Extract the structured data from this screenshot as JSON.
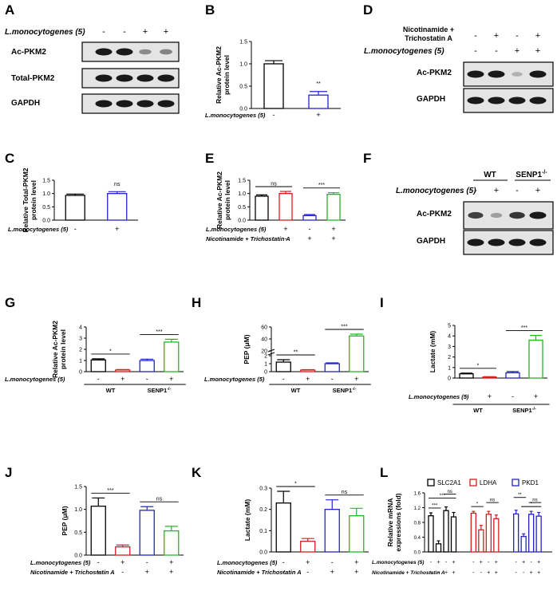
{
  "figure": {
    "panel_labels": [
      "A",
      "B",
      "C",
      "D",
      "E",
      "F",
      "G",
      "H",
      "I",
      "J",
      "K",
      "L"
    ]
  },
  "blots": {
    "A": {
      "condition_label": "L.monocytogenes (5)",
      "signs": [
        "-",
        "-",
        "+",
        "+"
      ],
      "rows": [
        {
          "label": "Ac-PKM2",
          "intensity": [
            1.0,
            1.0,
            0.4,
            0.45
          ]
        },
        {
          "label": "Total-PKM2",
          "intensity": [
            1.0,
            1.0,
            1.0,
            1.0
          ]
        },
        {
          "label": "GAPDH",
          "intensity": [
            1.0,
            1.0,
            1.0,
            1.0
          ]
        }
      ]
    },
    "D": {
      "condition1_label": "Nicotinamide + Trichostatin A",
      "condition1_signs": [
        "-",
        "+",
        "-",
        "+"
      ],
      "condition2_label": "L.monocytogenes (5)",
      "condition2_signs": [
        "-",
        "-",
        "+",
        "+"
      ],
      "rows": [
        {
          "label": "Ac-PKM2",
          "intensity": [
            1.0,
            1.0,
            0.2,
            1.0
          ]
        },
        {
          "label": "GAPDH",
          "intensity": [
            1.0,
            1.0,
            1.0,
            1.0
          ]
        }
      ]
    },
    "F": {
      "groups": [
        "WT",
        "SENP1"
      ],
      "group2_superscript": "-/-",
      "condition_label": "L.monocytogenes (5)",
      "signs": [
        "-",
        "+",
        "-",
        "+"
      ],
      "rows": [
        {
          "label": "Ac-PKM2",
          "intensity": [
            0.8,
            0.3,
            0.85,
            1.0
          ]
        },
        {
          "label": "GAPDH",
          "intensity": [
            1.0,
            1.0,
            1.0,
            1.0
          ]
        }
      ]
    }
  },
  "chart_data": [
    {
      "panel": "B",
      "type": "bar",
      "ylabel_lines": [
        "Relative Ac-PKM2",
        "protein level"
      ],
      "ylim": [
        0,
        1.5
      ],
      "yticks": [
        "0.0",
        "0.5",
        "1.0",
        "1.5"
      ],
      "values": [
        1.0,
        0.3
      ],
      "errors": [
        0.07,
        0.08
      ],
      "colors": [
        "#000000",
        "#2323c8"
      ],
      "cond_rows": [
        {
          "label": "L.monocytogenes (5)",
          "signs": [
            "-",
            "+"
          ]
        }
      ],
      "sig": [
        {
          "from": 1,
          "to": 1,
          "text": "**"
        }
      ]
    },
    {
      "panel": "C",
      "type": "bar",
      "ylabel_lines": [
        "Relative Total-PKM2",
        "protein level"
      ],
      "ylim": [
        0,
        1.5
      ],
      "yticks": [
        "0.0",
        "0.5",
        "1.0",
        "1.5"
      ],
      "values": [
        0.93,
        1.0
      ],
      "errors": [
        0.05,
        0.07
      ],
      "colors": [
        "#000000",
        "#2323c8"
      ],
      "cond_rows": [
        {
          "label": "L.monocytogenes (5)",
          "signs": [
            "-",
            "+"
          ]
        }
      ],
      "sig": [
        {
          "from": 1,
          "to": 1,
          "text": "ns"
        }
      ]
    },
    {
      "panel": "E",
      "type": "bar",
      "ylabel_lines": [
        "Relative Ac-PKM2",
        "protein level"
      ],
      "ylim": [
        0,
        1.5
      ],
      "yticks": [
        "0.0",
        "0.5",
        "1.0",
        "1.5"
      ],
      "values": [
        0.9,
        1.0,
        0.17,
        0.97
      ],
      "errors": [
        0.05,
        0.08,
        0.04,
        0.06
      ],
      "colors": [
        "#000000",
        "#d21e1e",
        "#2323c8",
        "#28b428"
      ],
      "cond_rows": [
        {
          "label": "L.monocytogenes (5)",
          "signs": [
            "-",
            "+",
            "-",
            "+"
          ]
        },
        {
          "label": "Nicotinamide + Trichostatin A",
          "signs": [
            "-",
            "-",
            "+",
            "+"
          ]
        }
      ],
      "sig": [
        {
          "from": 0,
          "to": 1,
          "text": "ns"
        },
        {
          "from": 2,
          "to": 3,
          "text": "***"
        }
      ]
    },
    {
      "panel": "G",
      "type": "bar",
      "ylabel_lines": [
        "Relative Ac-PKM2",
        "protein level"
      ],
      "ylim": [
        0,
        4
      ],
      "yticks": [
        "0",
        "1",
        "2",
        "3",
        "4"
      ],
      "values": [
        1.05,
        0.15,
        1.0,
        2.65
      ],
      "errors": [
        0.1,
        0.04,
        0.12,
        0.25
      ],
      "colors": [
        "#000000",
        "#d21e1e",
        "#2323c8",
        "#28b428"
      ],
      "cond_rows": [
        {
          "label": "L.monocytogenes (5)",
          "signs": [
            "-",
            "+",
            "-",
            "+"
          ]
        }
      ],
      "groups": [
        "WT",
        "SENP1"
      ],
      "group2_superscript": "-/-",
      "sig": [
        {
          "from": 0,
          "to": 1,
          "text": "*"
        },
        {
          "from": 2,
          "to": 3,
          "text": "***"
        }
      ]
    },
    {
      "panel": "H",
      "type": "bar",
      "broken_axis": true,
      "ylabel_lines": [
        "PEP (μM)"
      ],
      "yticks": [
        "0",
        "1",
        "2",
        "20",
        "40",
        "60"
      ],
      "values": [
        1.2,
        0.2,
        1.0,
        45
      ],
      "errors": [
        0.3,
        0.05,
        0.1,
        3
      ],
      "colors": [
        "#000000",
        "#d21e1e",
        "#2323c8",
        "#28b428"
      ],
      "cond_rows": [
        {
          "label": "L.monocytogenes (5)",
          "signs": [
            "-",
            "+",
            "-",
            "+"
          ]
        }
      ],
      "groups": [
        "WT",
        "SENP1"
      ],
      "group2_superscript": "-/-",
      "sig": [
        {
          "from": 0,
          "to": 1,
          "text": "**"
        },
        {
          "from": 2,
          "to": 3,
          "text": "***"
        }
      ]
    },
    {
      "panel": "I",
      "type": "bar",
      "ylabel_lines": [
        "Lactate (mM)"
      ],
      "ylim": [
        0,
        5
      ],
      "yticks": [
        "0",
        "1",
        "2",
        "3",
        "4",
        "5"
      ],
      "values": [
        0.4,
        0.1,
        0.5,
        3.6
      ],
      "errors": [
        0.07,
        0.03,
        0.12,
        0.45
      ],
      "colors": [
        "#000000",
        "#d21e1e",
        "#2323c8",
        "#28b428"
      ],
      "cond_rows": [
        {
          "label": "L.monocytogenes (5)",
          "signs": [
            "-",
            "+",
            "-",
            "+"
          ]
        }
      ],
      "groups": [
        "WT",
        "SENP1"
      ],
      "group2_superscript": "-/-",
      "sig": [
        {
          "from": 0,
          "to": 1,
          "text": "*"
        },
        {
          "from": 2,
          "to": 3,
          "text": "***"
        }
      ]
    },
    {
      "panel": "J",
      "type": "bar",
      "ylabel_lines": [
        "PEP (μM)"
      ],
      "ylim": [
        0,
        1.5
      ],
      "yticks": [
        "0.0",
        "0.5",
        "1.0",
        "1.5"
      ],
      "values": [
        1.07,
        0.18,
        0.98,
        0.53
      ],
      "errors": [
        0.18,
        0.04,
        0.08,
        0.1
      ],
      "colors": [
        "#000000",
        "#d21e1e",
        "#2323c8",
        "#28b428"
      ],
      "cond_rows": [
        {
          "label": "L.monocytogenes (5)",
          "signs": [
            "-",
            "+",
            "-",
            "+"
          ]
        },
        {
          "label": "Nicotinamide + Trichostatin A",
          "signs": [
            "-",
            "-",
            "+",
            "+"
          ]
        }
      ],
      "sig": [
        {
          "from": 0,
          "to": 1,
          "text": "***"
        },
        {
          "from": 2,
          "to": 3,
          "text": "ns"
        }
      ]
    },
    {
      "panel": "K",
      "type": "bar",
      "ylabel_lines": [
        "Lactate (mM)"
      ],
      "ylim": [
        0,
        0.3
      ],
      "yticks": [
        "0.0",
        "0.1",
        "0.2",
        "0.3"
      ],
      "values": [
        0.23,
        0.05,
        0.2,
        0.17
      ],
      "errors": [
        0.055,
        0.013,
        0.045,
        0.035
      ],
      "colors": [
        "#000000",
        "#d21e1e",
        "#2323c8",
        "#28b428"
      ],
      "cond_rows": [
        {
          "label": "L.monocytogenes (5)",
          "signs": [
            "-",
            "+",
            "-",
            "+"
          ]
        },
        {
          "label": "Nicotinamide + Trichostatin A",
          "signs": [
            "-",
            "-",
            "+",
            "+"
          ]
        }
      ],
      "sig": [
        {
          "from": 0,
          "to": 1,
          "text": "*"
        },
        {
          "from": 2,
          "to": 3,
          "text": "ns"
        }
      ]
    },
    {
      "panel": "L",
      "type": "bar",
      "ylabel_lines": [
        "Relative mRNA",
        "expressions (fold)"
      ],
      "ylim": [
        0,
        1.6
      ],
      "yticks": [
        "0.0",
        "0.4",
        "0.8",
        "1.2",
        "1.6"
      ],
      "categories": [
        "SLC2A1",
        "LDHA",
        "PKD1"
      ],
      "series": [
        {
          "name": "SLC2A1",
          "color": "#000000",
          "values": [
            0.98,
            0.22,
            1.12,
            0.95
          ],
          "errors": [
            0.08,
            0.08,
            0.1,
            0.12
          ]
        },
        {
          "name": "LDHA",
          "color": "#d21e1e",
          "values": [
            1.05,
            0.6,
            1.02,
            0.9
          ],
          "errors": [
            0.05,
            0.12,
            0.08,
            0.1
          ]
        },
        {
          "name": "PKD1",
          "color": "#2323c8",
          "values": [
            1.03,
            0.42,
            1.02,
            0.97
          ],
          "errors": [
            0.1,
            0.07,
            0.08,
            0.1
          ]
        }
      ],
      "cond_rows": [
        {
          "label": "L.monocytogenes (5)",
          "signs": [
            "-",
            "+",
            "-",
            "+"
          ]
        },
        {
          "label": "Nicotinamide + Trichostatin A",
          "signs": [
            "-",
            "-",
            "+",
            "+"
          ]
        }
      ],
      "sig": [
        {
          "series": 0,
          "from": 0,
          "to": 1,
          "text": "***"
        },
        {
          "series": 0,
          "from": 0,
          "to": 3,
          "text": "***"
        },
        {
          "series": 0,
          "from": 2,
          "to": 3,
          "text": "ns"
        },
        {
          "series": 1,
          "from": 0,
          "to": 1,
          "text": "*"
        },
        {
          "series": 1,
          "from": 2,
          "to": 3,
          "text": "ns"
        },
        {
          "series": 2,
          "from": 0,
          "to": 1,
          "text": "**"
        },
        {
          "series": 2,
          "from": 1,
          "to": 3,
          "text": "*"
        },
        {
          "series": 2,
          "from": 2,
          "to": 3,
          "text": "ns"
        }
      ]
    }
  ]
}
